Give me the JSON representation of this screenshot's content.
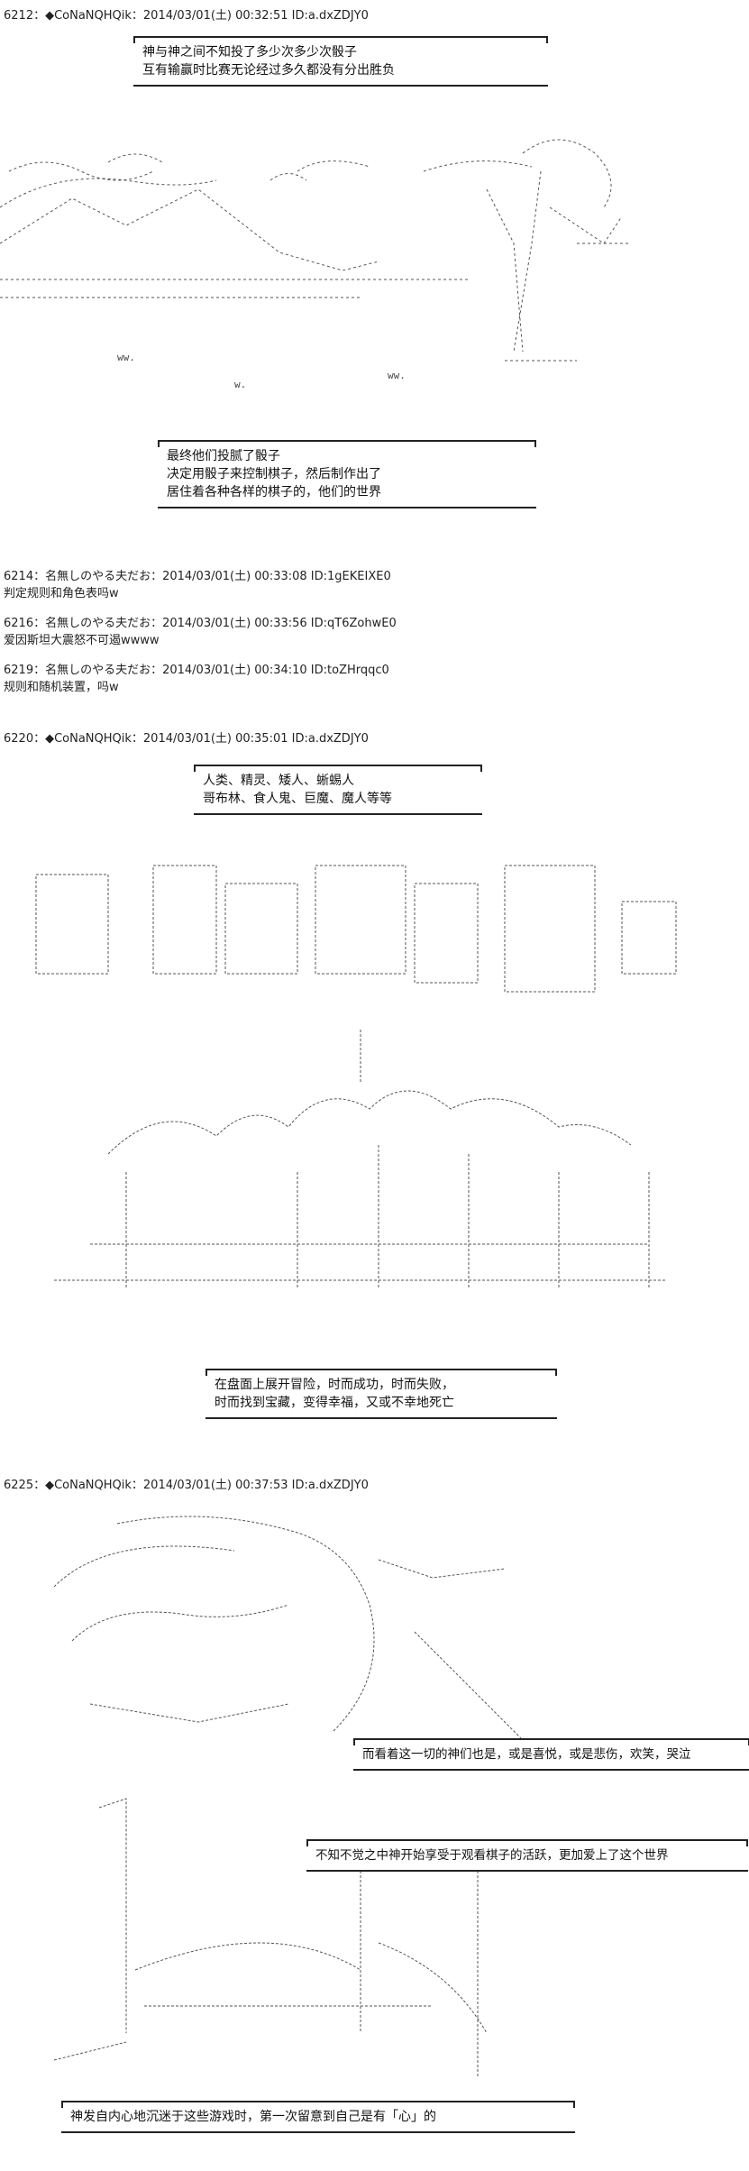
{
  "posts": [
    {
      "header": "6212：◆CoNaNQHQik：2014/03/01(土) 00:32:51 ID:a.dxZDJY0"
    },
    {
      "header": "6214：名無しのやる夫だお：2014/03/01(土) 00:33:08 ID:1gEKEIXE0",
      "body": "判定规则和角色表吗w"
    },
    {
      "header": "6216：名無しのやる夫だお：2014/03/01(土) 00:33:56 ID:qT6ZohwE0",
      "body": "爱因斯坦大震怒不可遏wwww"
    },
    {
      "header": "6219：名無しのやる夫だお：2014/03/01(土) 00:34:10 ID:toZHrqqc0",
      "body": "规则和随机装置，吗w"
    },
    {
      "header": "6220：◆CoNaNQHQik：2014/03/01(土) 00:35:01 ID:a.dxZDJY0"
    },
    {
      "header": "6225：◆CoNaNQHQik：2014/03/01(土) 00:37:53 ID:a.dxZDJY0"
    }
  ],
  "captions": {
    "c1": [
      "神与神之间不知投了多少次多少次骰子",
      "互有输赢时比赛无论经过多久都没有分出胜负"
    ],
    "c2": [
      "最终他们投腻了骰子",
      "决定用骰子来控制棋子，然后制作出了",
      "居住着各种各样的棋子的，他们的世界"
    ],
    "c3": [
      "人类、精灵、矮人、蜥蜴人",
      "哥布林、食人鬼、巨魔、魔人等等"
    ],
    "c4": [
      "在盘面上展开冒险，时而成功，时而失败，",
      "时而找到宝藏，变得幸福，又或不幸地死亡"
    ],
    "c5": [
      "而看着这一切的神们也是，或是喜悦，或是悲伤，欢笑，哭泣"
    ],
    "c6": [
      "不知不觉之中神开始享受于观看棋子的活跃，更加爱上了这个世界"
    ],
    "c7": [
      "神发自内心地沉迷于这些游戏时，第一次留意到自己是有「心」的"
    ]
  }
}
